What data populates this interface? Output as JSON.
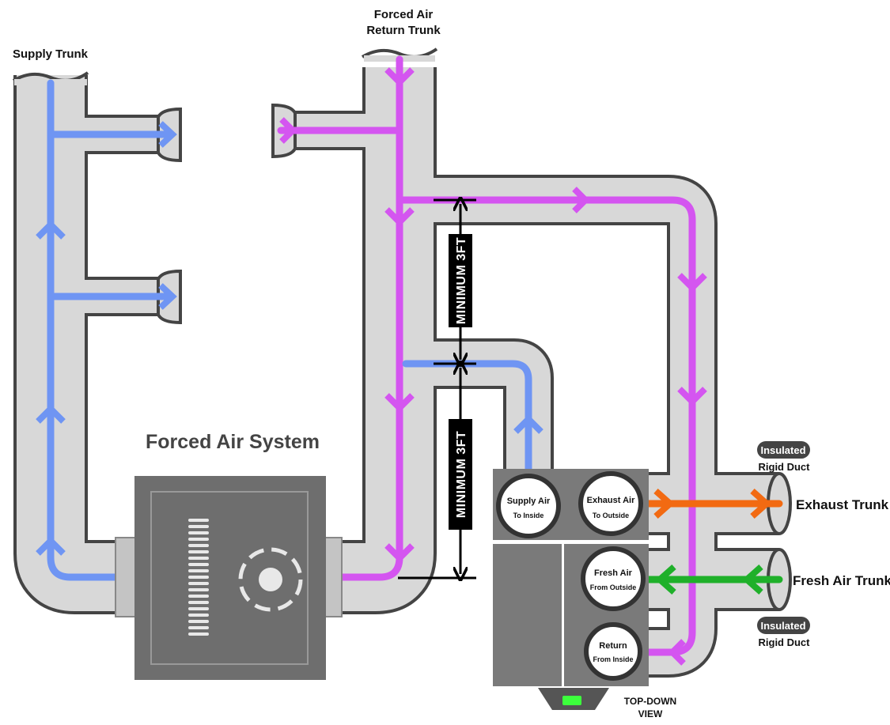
{
  "diagram": {
    "title": "Forced Air System",
    "labels": {
      "supply_trunk": "Supply Trunk",
      "return_trunk_line1": "Forced Air",
      "return_trunk_line2": "Return Trunk",
      "exhaust_trunk": "Exhaust Trunk",
      "fresh_air_trunk": "Fresh Air Trunk",
      "insulated_top": "Insulated",
      "rigid_duct_top": "Rigid Duct",
      "insulated_bottom": "Insulated",
      "rigid_duct_bottom": "Rigid Duct",
      "top_down_line1": "TOP-DOWN",
      "top_down_line2": "VIEW",
      "minimum_upper": "MINIMUM 3FT",
      "minimum_lower": "MINIMUM 3FT"
    },
    "ports": {
      "supply_air": {
        "line1": "Supply Air",
        "line2": "To Inside"
      },
      "exhaust_air": {
        "line1": "Exhaust Air",
        "line2": "To Outside"
      },
      "fresh_air": {
        "line1": "Fresh Air",
        "line2": "From Outside"
      },
      "return": {
        "line1": "Return",
        "line2": "From Inside"
      }
    },
    "colors": {
      "duct_fill": "#d8d8d8",
      "duct_outline": "#444444",
      "supply_flow": "#6f95f3",
      "return_flow": "#d455f0",
      "exhaust_flow": "#f26a12",
      "fresh_flow": "#1fb02a",
      "unit_gray": "#6e6e6e",
      "indicator": "#3cff3c"
    },
    "icons": {
      "heater": "heating-coil-icon",
      "fan": "blower-fan-icon",
      "indicator": "status-light-icon"
    }
  }
}
